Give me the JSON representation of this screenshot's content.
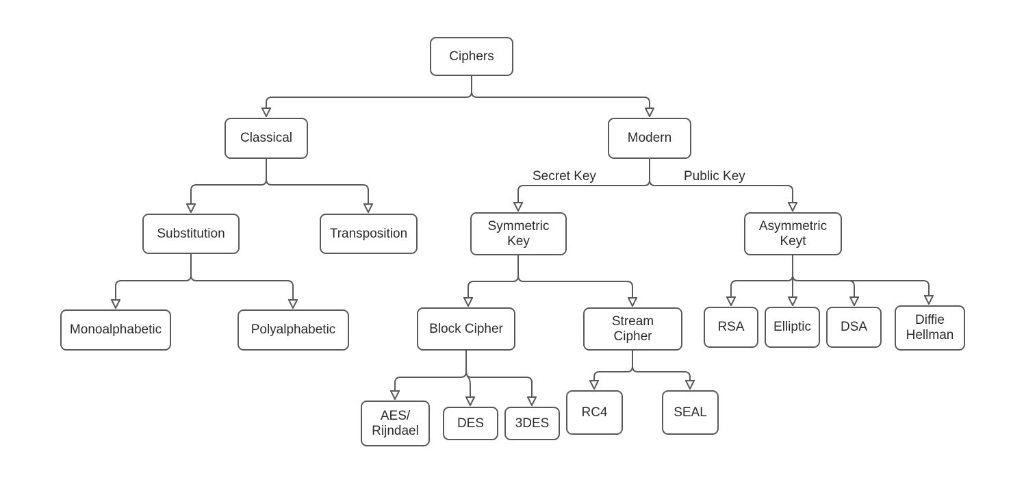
{
  "diagram": {
    "colors": {
      "node_border": "#595959",
      "connector": "#595959",
      "text": "#2b2b2b",
      "background": "#ffffff"
    },
    "nodes": {
      "ciphers": {
        "label": "Ciphers"
      },
      "classical": {
        "label": "Classical"
      },
      "modern": {
        "label": "Modern"
      },
      "substitution": {
        "label": "Substitution"
      },
      "transposition": {
        "label": "Transposition"
      },
      "monoalphabetic": {
        "label": "Monoalphabetic"
      },
      "polyalphabetic": {
        "label": "Polyalphabetic"
      },
      "symmetric_key": {
        "label": "Symmetric\nKey"
      },
      "asymmetric_keyt": {
        "label": "Asymmetric\nKeyt"
      },
      "block_cipher": {
        "label": "Block Cipher"
      },
      "stream_cipher": {
        "label": "Stream\nCipher"
      },
      "aes_rijndael": {
        "label": "AES/\nRijndael"
      },
      "des": {
        "label": "DES"
      },
      "des3": {
        "label": "3DES"
      },
      "rc4": {
        "label": "RC4"
      },
      "seal": {
        "label": "SEAL"
      },
      "rsa": {
        "label": "RSA"
      },
      "elliptic": {
        "label": "Elliptic"
      },
      "dsa": {
        "label": "DSA"
      },
      "diffie_hellman": {
        "label": "Diffie\nHellman"
      }
    },
    "edge_labels": {
      "secret_key": "Secret Key",
      "public_key": "Public Key"
    },
    "edges": [
      {
        "from": "Ciphers",
        "to": "Classical"
      },
      {
        "from": "Ciphers",
        "to": "Modern"
      },
      {
        "from": "Classical",
        "to": "Substitution"
      },
      {
        "from": "Classical",
        "to": "Transposition"
      },
      {
        "from": "Substitution",
        "to": "Monoalphabetic"
      },
      {
        "from": "Substitution",
        "to": "Polyalphabetic"
      },
      {
        "from": "Modern",
        "to": "Symmetric Key",
        "label": "Secret Key"
      },
      {
        "from": "Modern",
        "to": "Asymmetric Keyt",
        "label": "Public Key"
      },
      {
        "from": "Symmetric Key",
        "to": "Block Cipher"
      },
      {
        "from": "Symmetric Key",
        "to": "Stream Cipher"
      },
      {
        "from": "Block Cipher",
        "to": "AES/ Rijndael"
      },
      {
        "from": "Block Cipher",
        "to": "DES"
      },
      {
        "from": "Block Cipher",
        "to": "3DES"
      },
      {
        "from": "Stream Cipher",
        "to": "RC4"
      },
      {
        "from": "Stream Cipher",
        "to": "SEAL"
      },
      {
        "from": "Asymmetric Keyt",
        "to": "RSA"
      },
      {
        "from": "Asymmetric Keyt",
        "to": "Elliptic"
      },
      {
        "from": "Asymmetric Keyt",
        "to": "DSA"
      },
      {
        "from": "Asymmetric Keyt",
        "to": "Diffie Hellman"
      }
    ]
  }
}
